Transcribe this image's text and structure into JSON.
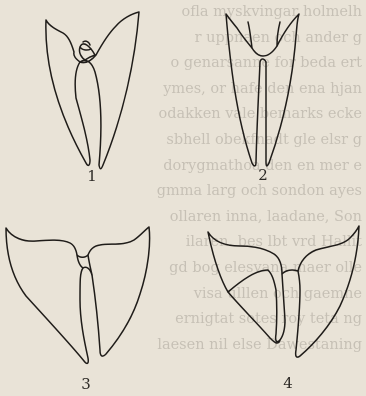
{
  "figure_labels": [
    "1",
    "2",
    "3",
    "4"
  ],
  "show_through_text": [
    "ofla myskvingar holmelh",
    "r uppnaen och ander g",
    "o genarsanne for beda ert",
    "ymes, or hafe den ena hjan",
    "odakken vale bemarks ecke",
    "sbhell obekfnadt gle elsr g",
    "dorygmathoa den en mer e",
    "gmma larg och sondon ayes",
    "ollaren inna, laadane, Son",
    "ilaren. bes lbt vrd Hallit",
    "gd bog elesvana maer olle",
    "visa ulllen och gaemne",
    "ernigtat sotes roy teta ng",
    "laesen nil else Dawestaning"
  ]
}
